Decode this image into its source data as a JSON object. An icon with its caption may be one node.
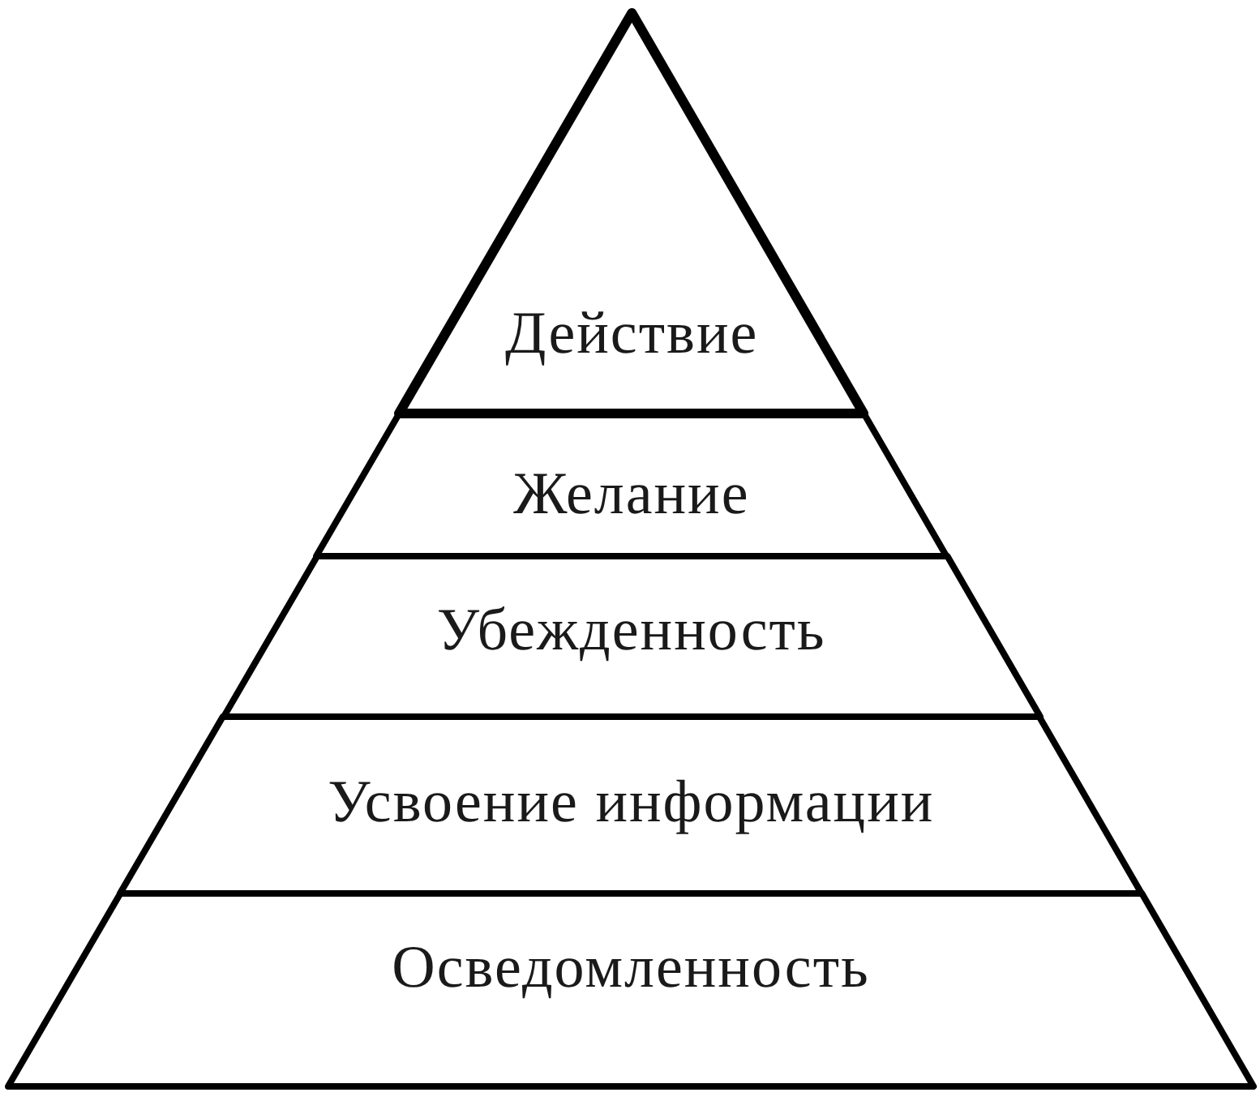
{
  "diagram": {
    "nodes": [
      {
        "text": [
          "Действие"
        ]
      },
      {
        "text": [
          "Желание"
        ]
      },
      {
        "text": [
          "Убежденность"
        ]
      },
      {
        "text": [
          "Усвоение информации"
        ]
      },
      {
        "text": [
          "Осведомленность"
        ]
      }
    ]
  }
}
